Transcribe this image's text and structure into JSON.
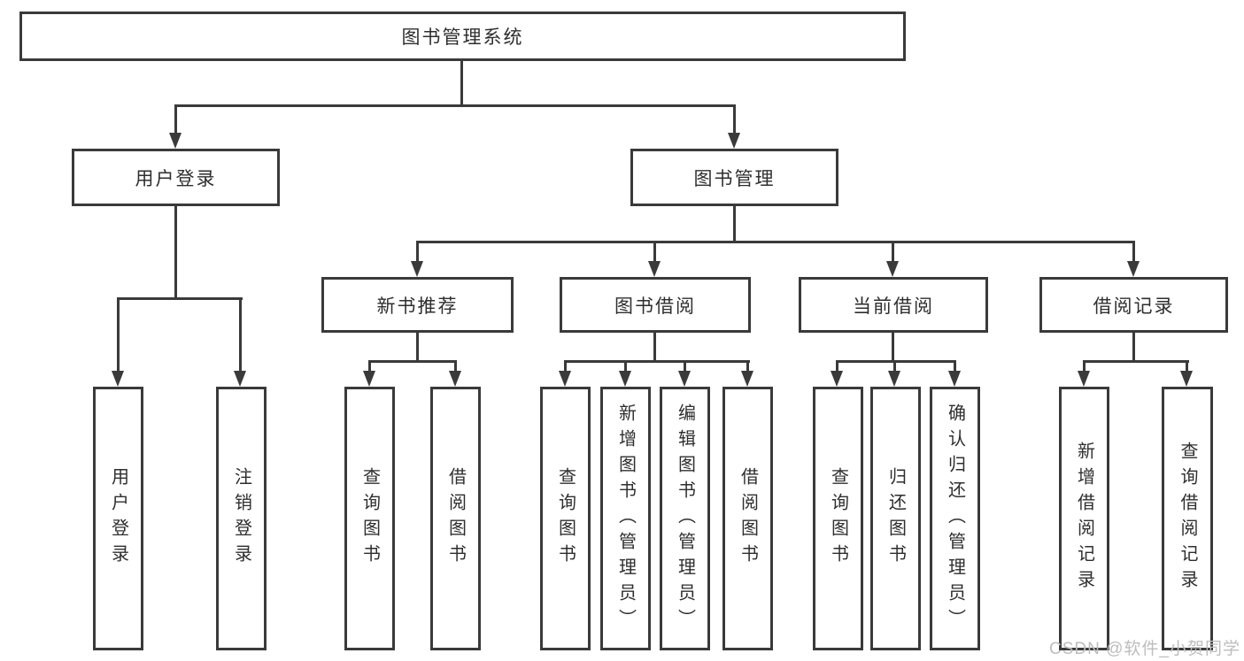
{
  "diagram": {
    "title": "图书管理系统",
    "root": {
      "label": "图书管理系统"
    },
    "level2": [
      {
        "id": "user-login",
        "label": "用户登录",
        "parent": "图书管理系统"
      },
      {
        "id": "book-management",
        "label": "图书管理",
        "parent": "图书管理系统"
      }
    ],
    "level3": [
      {
        "id": "new-book-recommend",
        "label": "新书推荐",
        "parent": "图书管理"
      },
      {
        "id": "book-borrow",
        "label": "图书借阅",
        "parent": "图书管理"
      },
      {
        "id": "current-borrow",
        "label": "当前借阅",
        "parent": "图书管理"
      },
      {
        "id": "borrow-records",
        "label": "借阅记录",
        "parent": "图书管理"
      }
    ],
    "leaves": [
      {
        "label": "用户登录",
        "parent": "用户登录"
      },
      {
        "label": "注销登录",
        "parent": "用户登录"
      },
      {
        "label": "查询图书",
        "parent": "新书推荐"
      },
      {
        "label": "借阅图书",
        "parent": "新书推荐"
      },
      {
        "label": "查询图书",
        "parent": "图书借阅"
      },
      {
        "label": "新增图书（管理员）",
        "parent": "图书借阅"
      },
      {
        "label": "编辑图书（管理员）",
        "parent": "图书借阅"
      },
      {
        "label": "借阅图书",
        "parent": "图书借阅"
      },
      {
        "label": "查询图书",
        "parent": "当前借阅"
      },
      {
        "label": "归还图书",
        "parent": "当前借阅"
      },
      {
        "label": "确认归还（管理员）",
        "parent": "当前借阅"
      },
      {
        "label": "新增借阅记录",
        "parent": "借阅记录"
      },
      {
        "label": "查询借阅记录",
        "parent": "借阅记录"
      }
    ]
  },
  "watermark": "CSDN @软件_小贺同学",
  "colors": {
    "background": "#ffffff",
    "line": "#3a3a3a",
    "box_border": "#3a3a3a",
    "text": "#2e2e2e",
    "watermark": "#bdbdbd"
  }
}
